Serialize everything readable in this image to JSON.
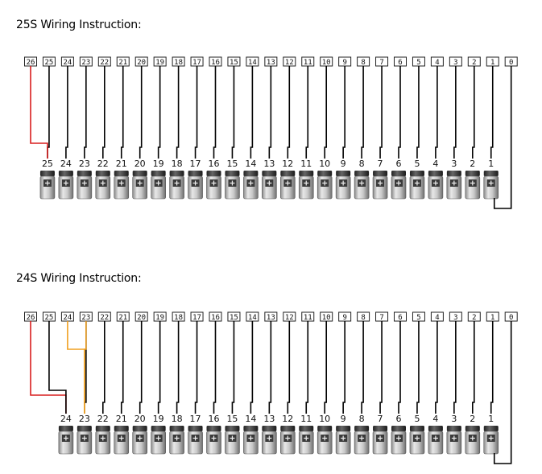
{
  "diagram_25s": {
    "title": "25S Wiring Instruction:",
    "pins": [
      "26",
      "25",
      "24",
      "23",
      "22",
      "21",
      "20",
      "19",
      "18",
      "17",
      "16",
      "15",
      "14",
      "13",
      "12",
      "11",
      "10",
      "9",
      "8",
      "7",
      "6",
      "5",
      "4",
      "3",
      "2",
      "1",
      "0"
    ],
    "cells": [
      "25",
      "24",
      "23",
      "22",
      "21",
      "20",
      "19",
      "18",
      "17",
      "16",
      "15",
      "14",
      "13",
      "12",
      "11",
      "10",
      "9",
      "8",
      "7",
      "6",
      "5",
      "4",
      "3",
      "2",
      "1"
    ],
    "highlight_wires": [
      {
        "pin": "26",
        "to_cell": "25",
        "color": "#d81e1e"
      }
    ]
  },
  "diagram_24s": {
    "title": "24S Wiring Instruction:",
    "pins": [
      "26",
      "25",
      "24",
      "23",
      "22",
      "21",
      "20",
      "19",
      "18",
      "17",
      "16",
      "15",
      "14",
      "13",
      "12",
      "11",
      "10",
      "9",
      "8",
      "7",
      "6",
      "5",
      "4",
      "3",
      "2",
      "1",
      "0"
    ],
    "cells": [
      "24",
      "23",
      "22",
      "21",
      "20",
      "19",
      "18",
      "17",
      "16",
      "15",
      "14",
      "13",
      "12",
      "11",
      "10",
      "9",
      "8",
      "7",
      "6",
      "5",
      "4",
      "3",
      "2",
      "1"
    ],
    "highlight_wires": [
      {
        "pin": "26",
        "to_cell": "24",
        "color": "#d81e1e"
      },
      {
        "pin": "24",
        "to_cell": "23",
        "color": "#f0a020"
      }
    ]
  },
  "colors": {
    "wire": "#000000",
    "red_wire": "#d81e1e",
    "orange_wire": "#f0a020",
    "pin_border": "#222222"
  }
}
